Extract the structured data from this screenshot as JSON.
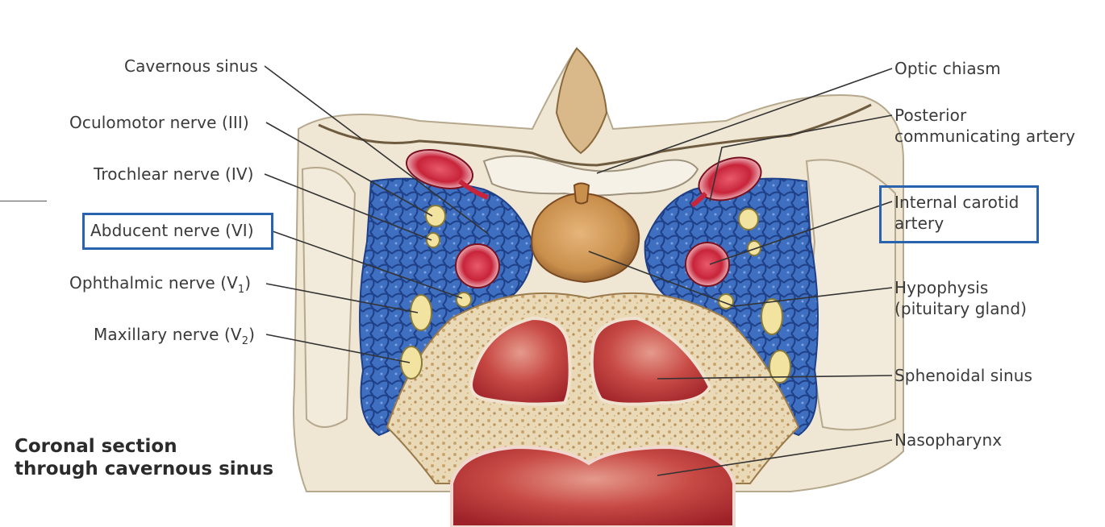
{
  "labels": {
    "cavernous_sinus": "Cavernous sinus",
    "oculomotor_nerve": "Oculomotor nerve (III)",
    "trochlear_nerve": "Trochlear nerve (IV)",
    "abducent_nerve": "Abducent nerve (VI)",
    "ophthalmic_nerve_main": "Ophthalmic nerve (V",
    "ophthalmic_nerve_sub": "1",
    "ophthalmic_nerve_end": ")",
    "maxillary_nerve_main": "Maxillary nerve (V",
    "maxillary_nerve_sub": "2",
    "maxillary_nerve_end": ")",
    "optic_chiasm": "Optic chiasm",
    "posterior_communicating_artery_line1": "Posterior",
    "posterior_communicating_artery_line2": "communicating artery",
    "internal_carotid_artery_line1": "Internal carotid",
    "internal_carotid_artery_line2": "artery",
    "hypophysis_line1": "Hypophysis",
    "hypophysis_line2": "(pituitary gland)",
    "sphenoidal_sinus": "Sphenoidal sinus",
    "nasopharynx": "Nasopharynx"
  },
  "caption": {
    "line1": "Coronal section",
    "line2": "through cavernous sinus"
  },
  "colors": {
    "highlight_box": "#2a63ad",
    "venous_blue": "#3e6fc0",
    "artery_red": "#c8243a",
    "nerve_yellow": "#f2e3a0",
    "bone_tan": "#e9d9b6",
    "gland_orange": "#c98f4c",
    "mucosa_red": "#b8323a"
  }
}
